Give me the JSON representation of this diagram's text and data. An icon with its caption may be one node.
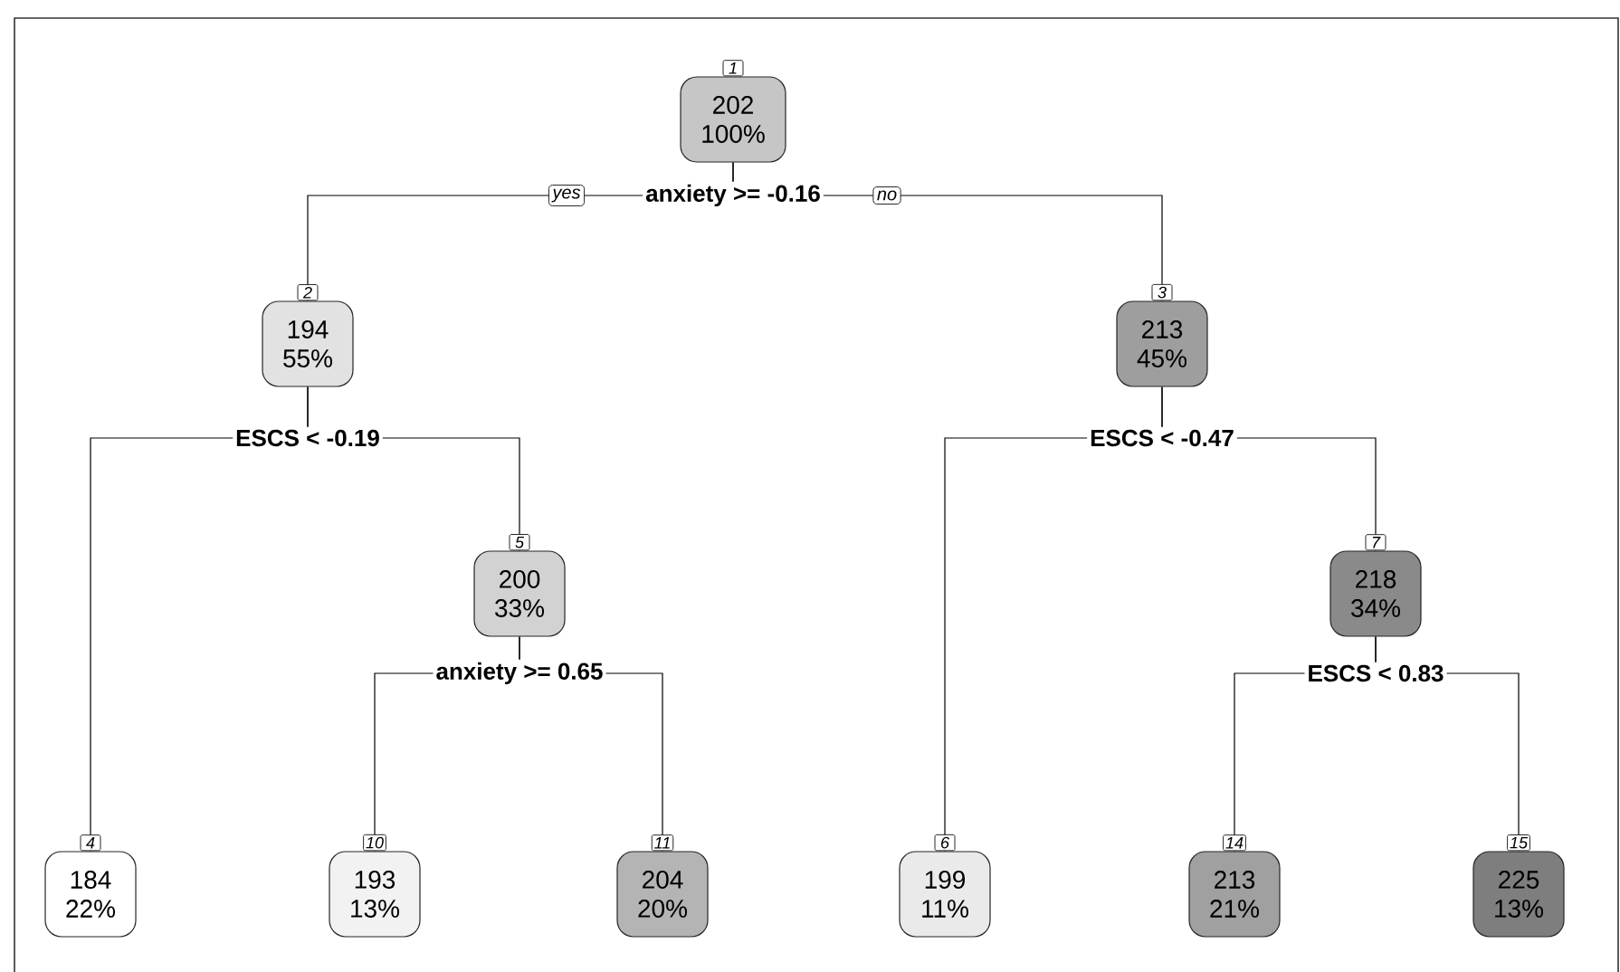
{
  "diagram": {
    "nodes": [
      {
        "text": [
          "202 100%"
        ],
        "beside": [
          "1",
          "anxiety >= -0.16"
        ]
      },
      {
        "text": [
          "194 55%"
        ],
        "beside": [
          "2",
          "ESCS < -0.19"
        ]
      },
      {
        "text": [
          "213 45%"
        ],
        "beside": [
          "3",
          "ESCS < -0.47"
        ]
      },
      {
        "text": [
          "200 33%"
        ],
        "beside": [
          "5",
          "anxiety >= 0.65"
        ]
      },
      {
        "text": [
          "218 34%"
        ],
        "beside": [
          "7",
          "ESCS < 0.83"
        ]
      },
      {
        "text": [
          "184 22%"
        ],
        "beside": [
          "4"
        ]
      },
      {
        "text": [
          "193 13%"
        ],
        "beside": [
          "10"
        ]
      },
      {
        "text": [
          "204 20%"
        ],
        "beside": [
          "11"
        ]
      },
      {
        "text": [
          "199 11%"
        ],
        "beside": [
          "6"
        ]
      },
      {
        "text": [
          "213 21%"
        ],
        "beside": [
          "14"
        ]
      },
      {
        "text": [
          "225 13%"
        ],
        "beside": [
          "15"
        ]
      }
    ],
    "edges": [
      {
        "from": 0,
        "to": 1,
        "arrow": "none",
        "label": "yes"
      },
      {
        "from": 0,
        "to": 2,
        "arrow": "none",
        "label": "no"
      },
      {
        "from": 1,
        "to": 5,
        "arrow": "none"
      },
      {
        "from": 1,
        "to": 3,
        "arrow": "none"
      },
      {
        "from": 3,
        "to": 6,
        "arrow": "none"
      },
      {
        "from": 3,
        "to": 7,
        "arrow": "none"
      },
      {
        "from": 2,
        "to": 8,
        "arrow": "none"
      },
      {
        "from": 2,
        "to": 4,
        "arrow": "none"
      },
      {
        "from": 4,
        "to": 9,
        "arrow": "none"
      },
      {
        "from": 4,
        "to": 10,
        "arrow": "none"
      }
    ]
  }
}
